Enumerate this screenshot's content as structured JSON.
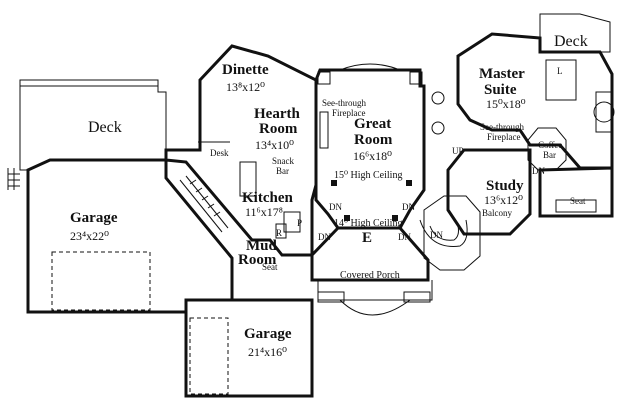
{
  "rooms": {
    "dinette": {
      "name": "Dinette",
      "dim": "13⁸x12⁰"
    },
    "hearth": {
      "name1": "Hearth",
      "name2": "Room",
      "dim": "13⁴x10⁰"
    },
    "great": {
      "name1": "Great",
      "name2": "Room",
      "dim": "16⁶x18⁰"
    },
    "master": {
      "name1": "Master",
      "name2": "Suite",
      "dim": "15⁰x18⁰"
    },
    "study": {
      "name": "Study",
      "dim": "13⁶x12⁰"
    },
    "kitchen": {
      "name": "Kitchen",
      "dim": "11⁶x17⁸"
    },
    "mud": {
      "name1": "Mud",
      "name2": "Room"
    },
    "garage_main": {
      "name": "Garage",
      "dim": "23⁴x22⁰"
    },
    "garage_lower": {
      "name": "Garage",
      "dim": "21⁴x16⁰"
    },
    "deck_left": {
      "name": "Deck"
    },
    "deck_right": {
      "name": "Deck"
    },
    "covered_porch": {
      "name": "Covered Porch"
    }
  },
  "labels": {
    "see_through_left_1": "See-through",
    "see_through_left_2": "Fireplace",
    "see_through_right_1": "See-through",
    "see_through_right_2": "Fireplace",
    "desk": "Desk",
    "snack_1": "Snack",
    "snack_2": "Bar",
    "ceiling_15": "15⁰ High Ceiling",
    "ceiling_14": "14⁰ High Ceiling",
    "coffee_1": "Coffee",
    "coffee_2": "Bar",
    "balcony": "Balcony",
    "seat_right": "Seat",
    "seat_mud": "Seat",
    "up": "UP",
    "dn_left": "DN",
    "dn_right": "DN",
    "dn_foyer_left": "DN",
    "dn_foyer_right": "DN",
    "dn_stair": "DN",
    "dn_study": "DN",
    "entry": "E",
    "closet_l": "L",
    "pantry_p": "P",
    "range_r": "R"
  }
}
